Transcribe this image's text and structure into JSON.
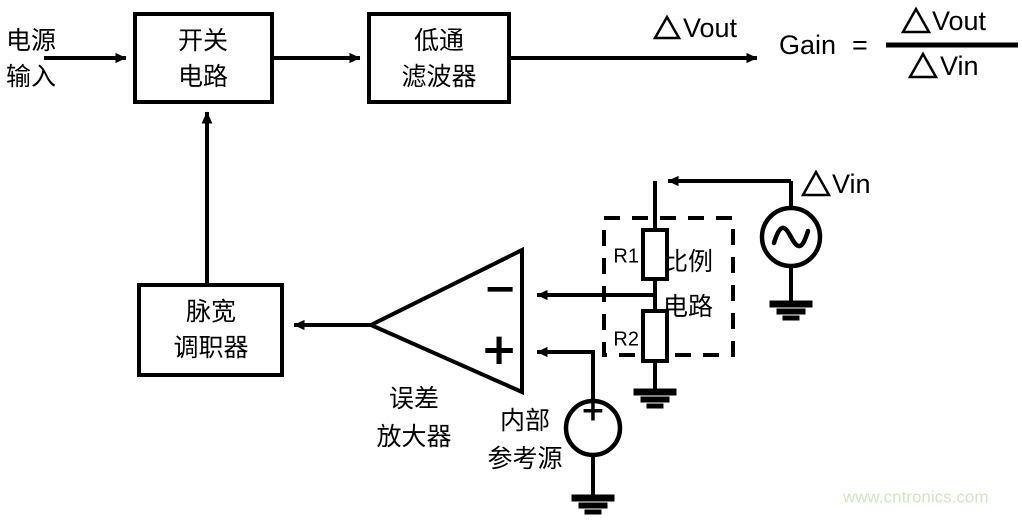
{
  "diagram": {
    "title": "switching-power-supply-gain-block-diagram",
    "background": "#ffffff",
    "line_color": "#000000"
  },
  "blocks": {
    "switching_circuit": {
      "line1": "开关",
      "line2": "电路"
    },
    "low_pass_filter": {
      "line1": "低通",
      "line2": "滤波器"
    },
    "pwm": {
      "line1": "脉宽",
      "line2": "调职器"
    }
  },
  "labels": {
    "power_input": {
      "line1": "电源",
      "line2": "输入"
    },
    "vout": "Vout",
    "vin": "Vin",
    "error_amplifier": {
      "line1": "误差",
      "line2": "放大器"
    },
    "internal_reference": {
      "line1": "内部",
      "line2": "参考源"
    },
    "proportional_circuit": {
      "line1": "比例",
      "line2": "电路"
    },
    "resistor_r1": "R1",
    "resistor_r2": "R2",
    "opamp_minus": "−",
    "opamp_plus": "+",
    "source_plus": "+"
  },
  "formula": {
    "gain_text": "Gain",
    "equals": "=",
    "numerator": "Vout",
    "denominator": "Vin"
  },
  "symbols": {
    "delta": "△",
    "ac_source": "ac-source-icon",
    "dc_source": "dc-source-icon",
    "ground": "ground-icon"
  },
  "watermark": {
    "text": "www.cntronics.com",
    "color": "#d2e6c4"
  }
}
